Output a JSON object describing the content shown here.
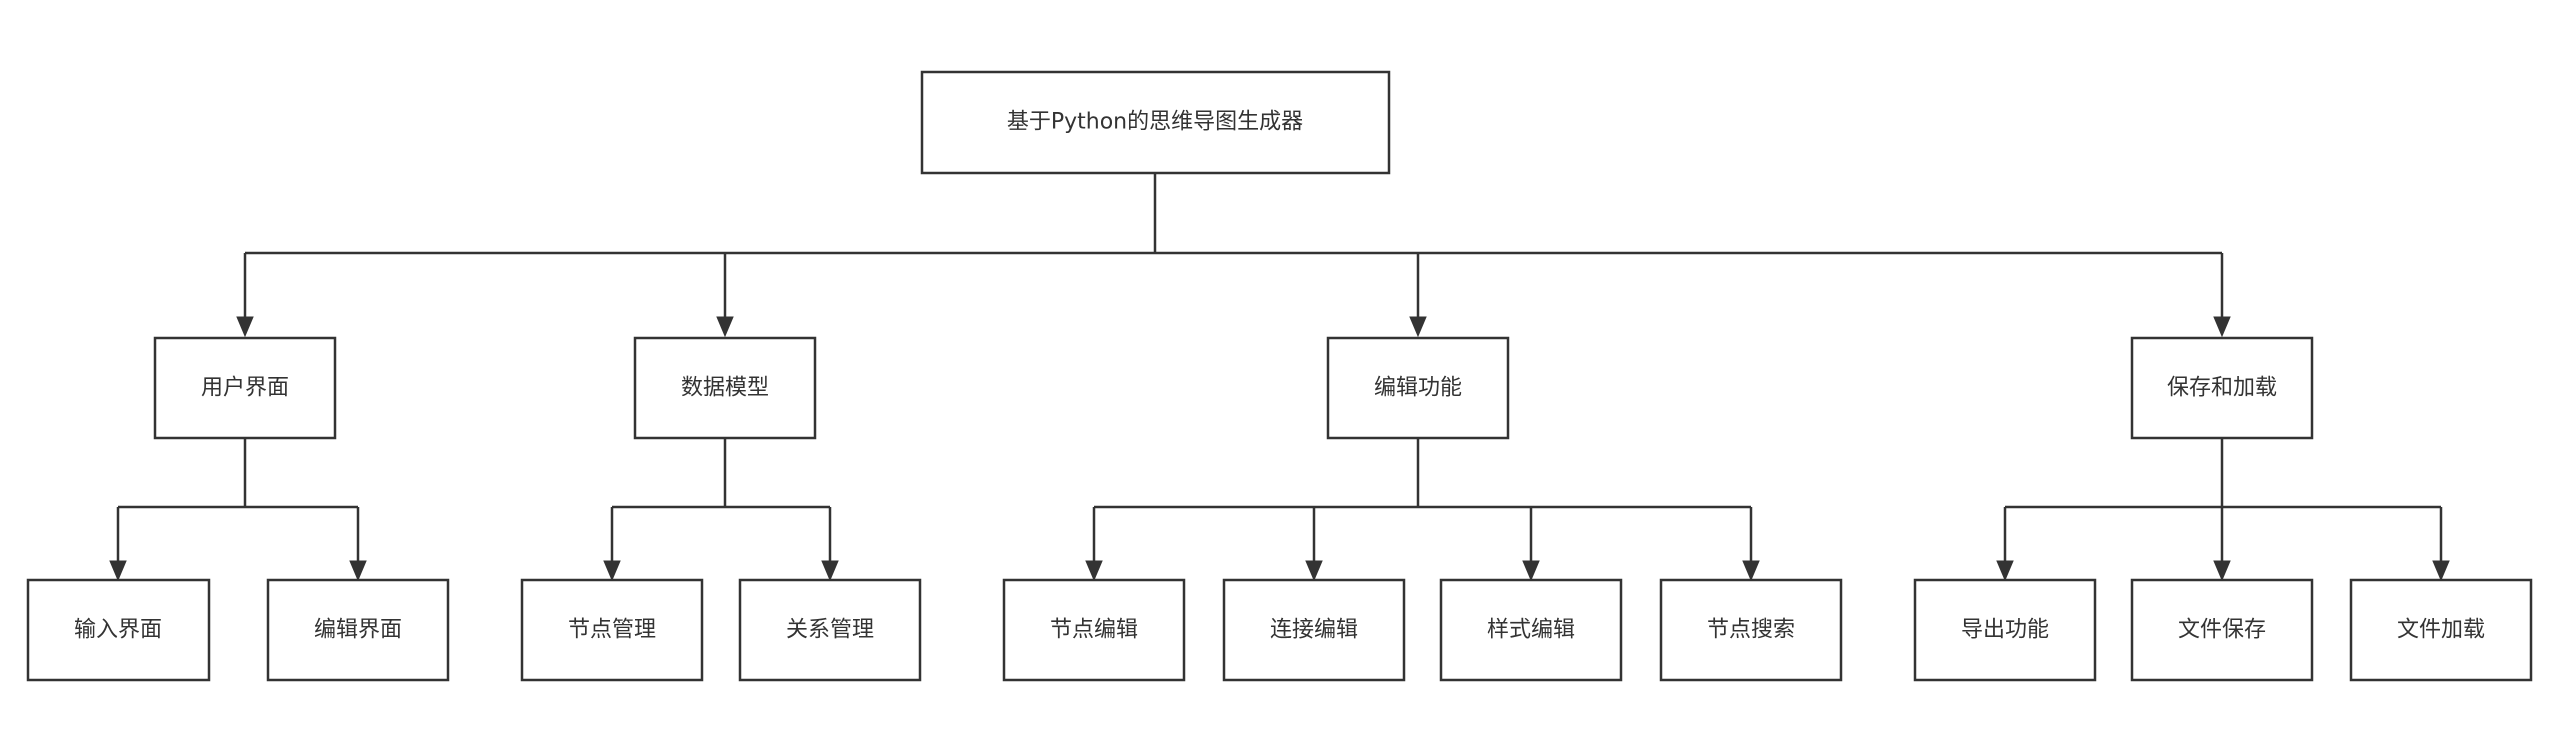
{
  "root": {
    "label": "基于Python的思维导图生成器"
  },
  "categories": [
    {
      "label": "用户界面",
      "children": [
        "输入界面",
        "编辑界面"
      ]
    },
    {
      "label": "数据模型",
      "children": [
        "节点管理",
        "关系管理"
      ]
    },
    {
      "label": "编辑功能",
      "children": [
        "节点编辑",
        "连接编辑",
        "样式编辑",
        "节点搜索"
      ]
    },
    {
      "label": "保存和加载",
      "children": [
        "导出功能",
        "文件保存",
        "文件加载"
      ]
    }
  ],
  "colors": {
    "stroke": "#333333",
    "fill": "#ffffff",
    "text": "#333333"
  }
}
